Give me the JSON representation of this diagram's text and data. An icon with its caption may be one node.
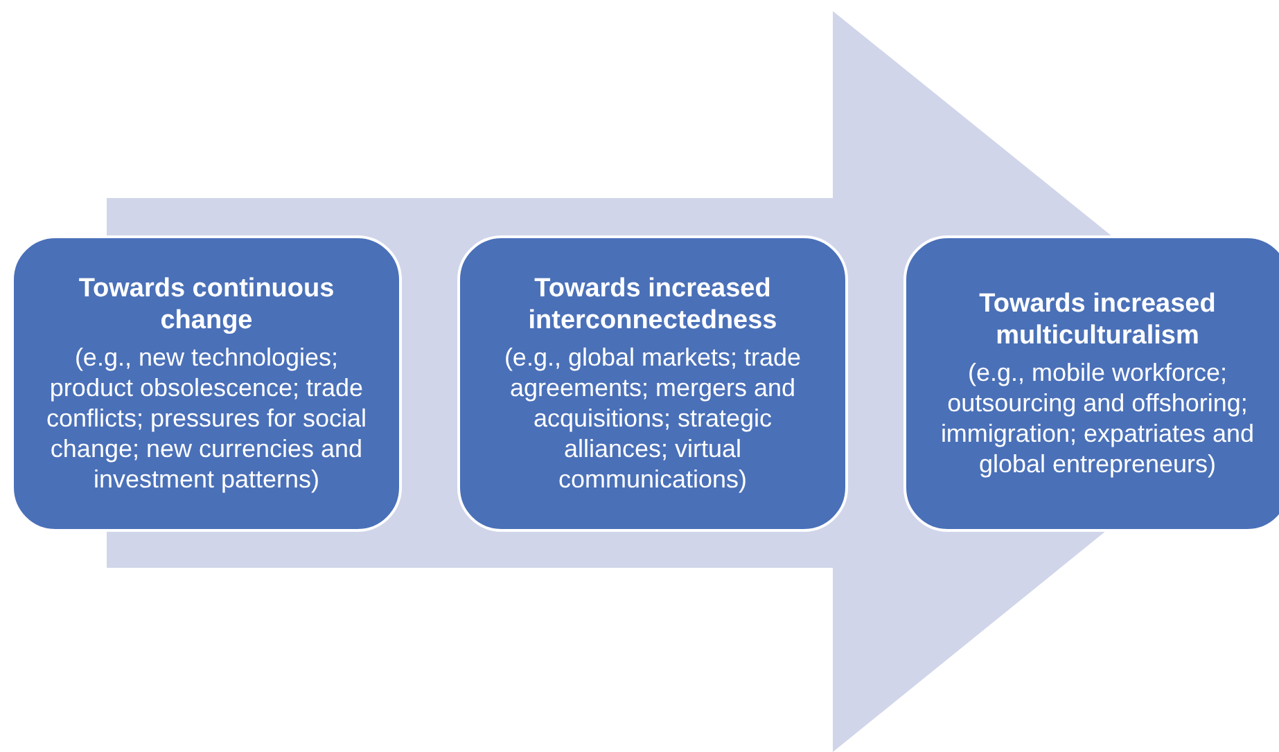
{
  "diagram": {
    "nodes": [
      {
        "text": [
          "Towards continuous change",
          "(e.g., new technologies; product obsolescence; trade conflicts; pressures for social change; new currencies and investment patterns)"
        ]
      },
      {
        "text": [
          "Towards increased interconnectedness",
          "(e.g., global markets; trade agreements; mergers and acquisitions; strategic alliances; virtual communications)"
        ]
      },
      {
        "text": [
          "Towards increased multiculturalism",
          "(e.g., mobile workforce; outsourcing and offshoring; immigration; expatriates and global entrepreneurs)"
        ]
      }
    ],
    "edges": [
      {
        "from": 0,
        "to": 2,
        "arrow": "to"
      }
    ]
  }
}
